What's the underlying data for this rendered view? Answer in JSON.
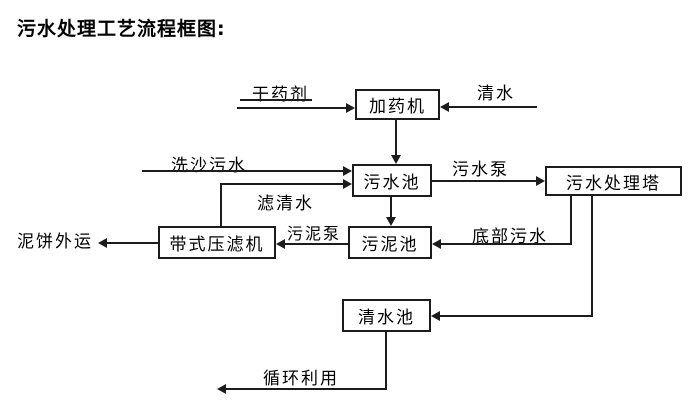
{
  "title": "污水处理工艺流程框图:",
  "diagram": {
    "type": "flowchart",
    "nodes": [
      {
        "id": "dosing-machine",
        "label": "加药机"
      },
      {
        "id": "sewage-pool",
        "label": "污水池"
      },
      {
        "id": "treatment-tower",
        "label": "污水处理塔"
      },
      {
        "id": "sludge-pool",
        "label": "污泥池"
      },
      {
        "id": "belt-filter-press",
        "label": "带式压滤机"
      },
      {
        "id": "clean-water-pool",
        "label": "清水池"
      }
    ],
    "flow_labels": [
      {
        "id": "dry-chemical",
        "label": "干药剂"
      },
      {
        "id": "clean-water",
        "label": "清水"
      },
      {
        "id": "sand-washing-sewage",
        "label": "洗沙污水"
      },
      {
        "id": "sewage-pump",
        "label": "污水泵"
      },
      {
        "id": "filtered-water",
        "label": "滤清水"
      },
      {
        "id": "sludge-pump",
        "label": "污泥泵"
      },
      {
        "id": "bottom-sewage",
        "label": "底部污水"
      },
      {
        "id": "mud-cake-outbound",
        "label": "泥饼外运"
      },
      {
        "id": "recycle-reuse",
        "label": "循环利用"
      }
    ],
    "edges": [
      {
        "from": "干药剂",
        "to": "加药机"
      },
      {
        "from": "清水",
        "to": "加药机"
      },
      {
        "from": "加药机",
        "to": "污水池"
      },
      {
        "from": "洗沙污水",
        "to": "污水池"
      },
      {
        "from": "带式压滤机",
        "to": "污水池",
        "label": "滤清水"
      },
      {
        "from": "污水池",
        "to": "污水处理塔",
        "label": "污水泵"
      },
      {
        "from": "污水池",
        "to": "污泥池"
      },
      {
        "from": "污水处理塔",
        "to": "污泥池",
        "label": "底部污水"
      },
      {
        "from": "污泥池",
        "to": "带式压滤机",
        "label": "污泥泵"
      },
      {
        "from": "带式压滤机",
        "to": "泥饼外运"
      },
      {
        "from": "污水处理塔",
        "to": "清水池"
      },
      {
        "from": "清水池",
        "to": "循环利用"
      }
    ],
    "colors": {
      "line": "#1c1c1c",
      "box_border": "#1c1c1c",
      "text": "#000000",
      "background": "#ffffff"
    }
  }
}
